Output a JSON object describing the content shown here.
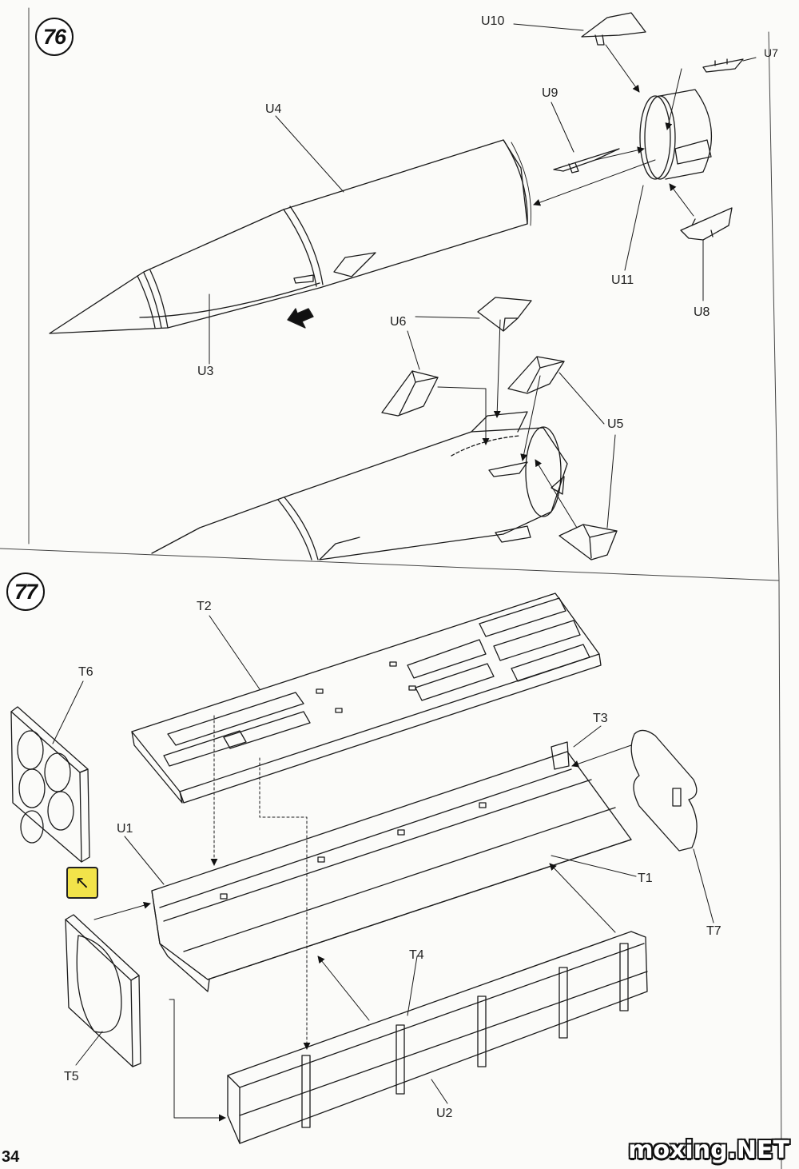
{
  "steps": [
    {
      "number": "76",
      "labels": {
        "u10": "U10",
        "u7": "U7",
        "u4": "U4",
        "u9": "U9",
        "u11": "U11",
        "u8": "U8",
        "u3": "U3",
        "u6": "U6",
        "u5": "U5"
      }
    },
    {
      "number": "77",
      "labels": {
        "t2": "T2",
        "t6": "T6",
        "t3": "T3",
        "u1": "U1",
        "t1": "T1",
        "t7": "T7",
        "t4": "T4",
        "t5": "T5",
        "u2": "U2"
      }
    }
  ],
  "page_number": "34",
  "watermark": "moxing.NET",
  "icons": {
    "hint": "glue-hint-icon",
    "direction": "direction-arrow-icon"
  },
  "colors": {
    "line": "#1a1a1a",
    "hint_fill": "#f2e34a",
    "paper": "#fbfbf9"
  }
}
